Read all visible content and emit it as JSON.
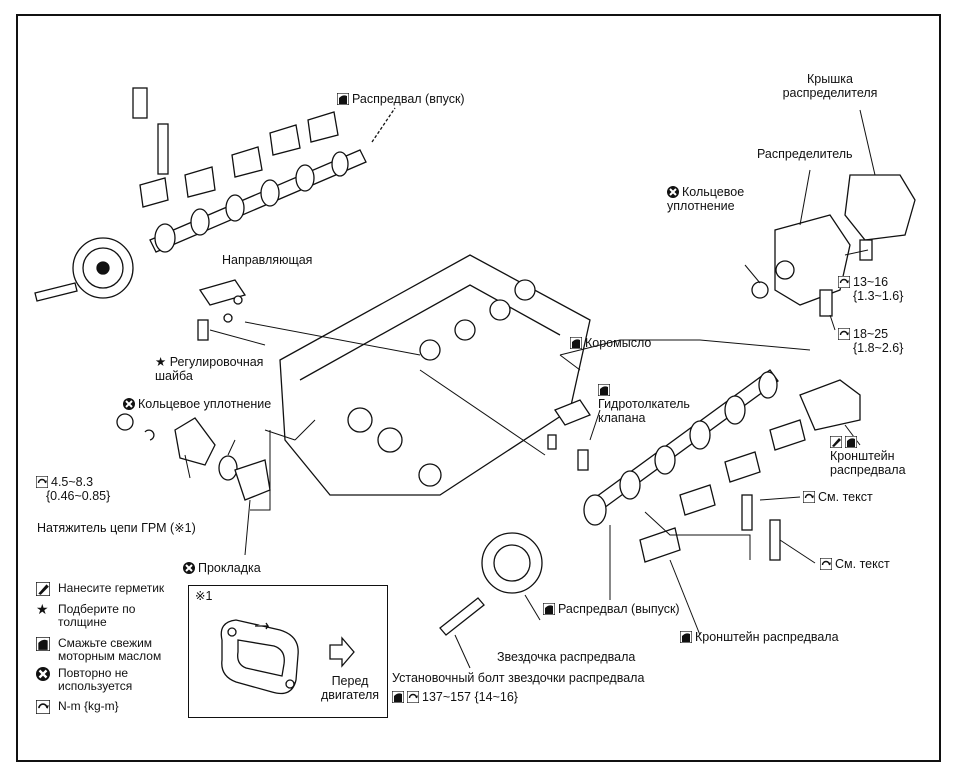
{
  "labels": {
    "intake_camshaft": "Распредвал (впуск)",
    "distributor_cap": "Крышка распределителя",
    "distributor": "Распределитель",
    "distributor_oring": "Кольцевое уплотнение",
    "torque_dist_1": "13~16",
    "torque_dist_1_kgm": "{1.3~1.6}",
    "torque_dist_2": "18~25",
    "torque_dist_2_kgm": "{1.8~2.6}",
    "guide": "Направляющая",
    "shim": "Регулировочная шайба",
    "rocker": "Коромысло",
    "lifter": "Гидротолкатель клапана",
    "tensioner_oring": "Кольцевое уплотнение",
    "torque_tensioner": "4.5~8.3",
    "torque_tensioner_kgm": "{0.46~0.85}",
    "tensioner": "Натяжитель цепи ГРМ (※1)",
    "gasket": "Прокладка",
    "cam_bracket_top": "Кронштейн распредвала",
    "see_text_1": "См. текст",
    "see_text_2": "См. текст",
    "exhaust_camshaft": "Распредвал (выпуск)",
    "cam_sprocket": "Звездочка распредвала",
    "cam_bracket_bottom": "Кронштейн распредвала",
    "sprocket_bolt": "Установочный болт звездочки распредвала",
    "torque_sprocket": "137~157 {14~16}"
  },
  "note_box": {
    "marker": "※1",
    "direction": "Перед двигателя"
  },
  "legend": [
    {
      "icon": "sealant-icon",
      "text": "Нанесите герметик"
    },
    {
      "icon": "star-icon",
      "text": "Подберите по толщине"
    },
    {
      "icon": "oil-icon",
      "text": "Смажьте свежим моторным маслом"
    },
    {
      "icon": "do-not-reuse-icon",
      "text": "Повторно не используется"
    },
    {
      "icon": "torque-icon",
      "text": "N-m {kg-m}"
    }
  ]
}
